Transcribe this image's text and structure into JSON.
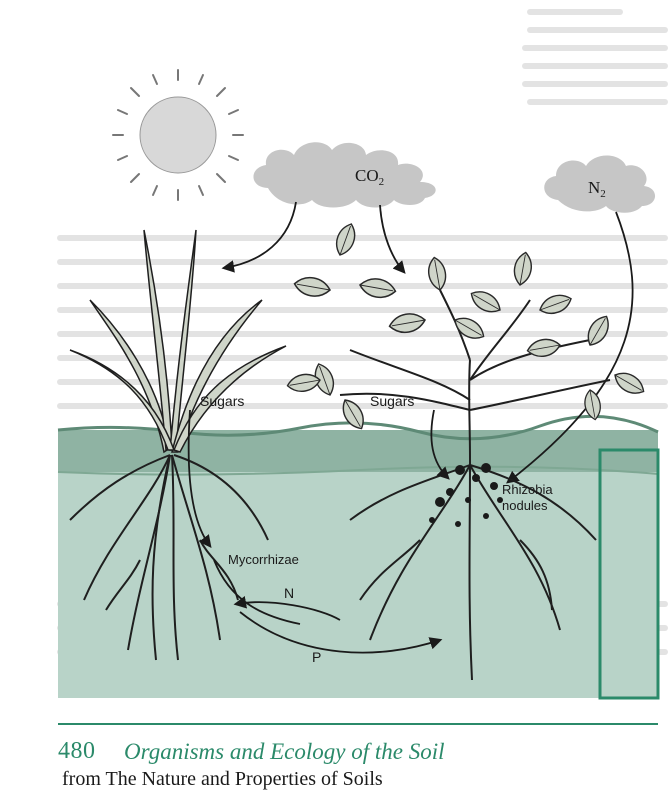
{
  "diagram": {
    "labels": {
      "co2": "CO",
      "co2_sub": "2",
      "n2": "N",
      "n2_sub": "2",
      "sugars_left": "Sugars",
      "sugars_right": "Sugars",
      "rhizobia_1": "Rhizobia",
      "rhizobia_2": "nodules",
      "mycorrhizae": "Mycorrhizae",
      "n": "N",
      "p": "P"
    },
    "colors": {
      "soil": "#b8d3c8",
      "soil_dark": "#7fa894",
      "soil_band": "#8fb3a3",
      "green_bar": "#2b8a6a",
      "cloud": "#c6c6c6",
      "sun": "#d8d8d8",
      "leaf": "#cfd5c9",
      "ink": "#1a1a1a"
    }
  },
  "footer": {
    "page_number": "480",
    "title": "Organisms and Ecology of the Soil",
    "source": "from The Nature and Properties of Soils"
  }
}
